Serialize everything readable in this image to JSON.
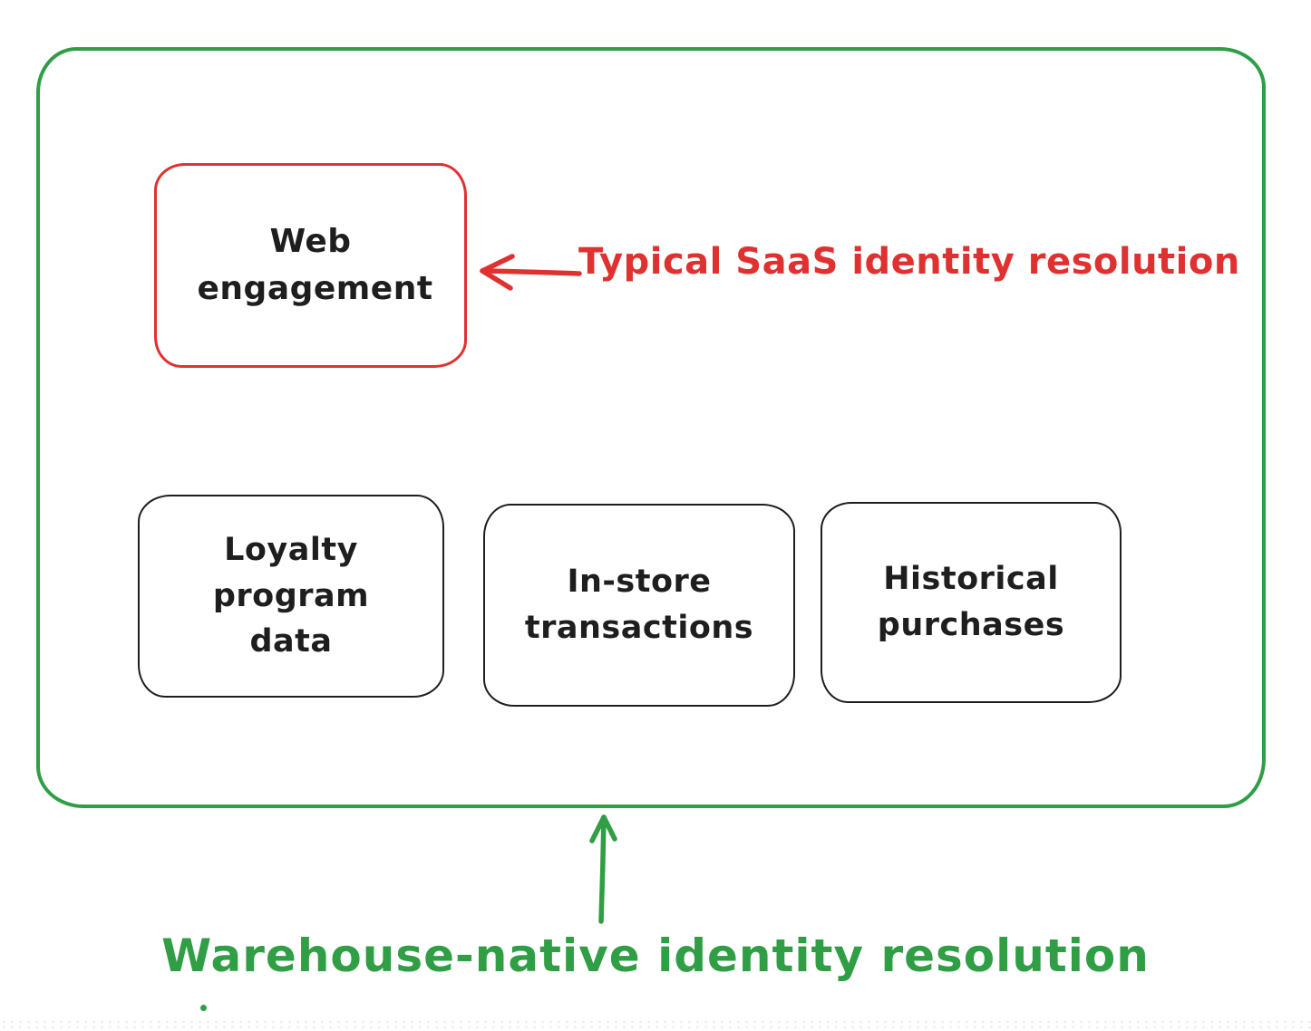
{
  "colors": {
    "green": "#2f9e44",
    "red": "#e03131",
    "ink": "#1e1e1e",
    "background": "#ffffff"
  },
  "annotations": {
    "saas_label": "Typical SaaS identity resolution",
    "warehouse_label": "Warehouse-native identity resolution"
  },
  "boxes": {
    "saas_box_label": "Web engagement",
    "source_boxes": [
      {
        "label": "Loyalty program data"
      },
      {
        "label": "In-store transactions"
      },
      {
        "label": "Historical purchases"
      }
    ]
  },
  "icons": {
    "red_arrow": "arrow-left-icon",
    "green_arrow": "arrow-up-icon"
  }
}
